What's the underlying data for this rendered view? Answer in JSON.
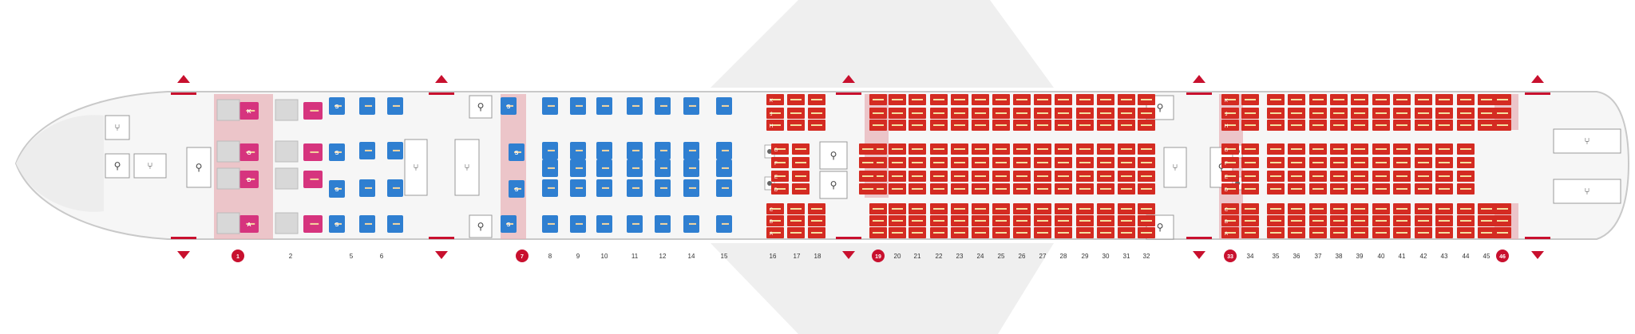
{
  "colors": {
    "brand_red": "#c8102e",
    "economy_seat": "#d42b22",
    "premium_seat": "#2f7fd1",
    "first_seat": "#d6347e",
    "fuselage": "#f4f4f4",
    "fuselage_edge": "#c9c9c9",
    "exit_zone": "#e8b0b6",
    "wing": "#ececec"
  },
  "icons": {
    "lavatory": "lavatory-icon",
    "galley": "galley-icon",
    "bassinet": "bassinet-icon",
    "exit": "exit-arrow-icon"
  },
  "first": {
    "rows": [
      {
        "seats": [
          "K",
          "",
          "A"
        ]
      }
    ],
    "center_seats": [
      "G",
      "D"
    ]
  },
  "premium_caps": [
    "S",
    "S",
    "S",
    "S",
    "S",
    "S",
    "S",
    "S"
  ],
  "economy_letters": {
    "top": [
      "K",
      "J",
      "H"
    ],
    "center": [
      "G",
      "F",
      "E",
      "D"
    ],
    "bottom": [
      "C",
      "B",
      "A"
    ]
  },
  "row_labels": [
    "1",
    "2",
    "5",
    "6",
    "7",
    "8",
    "9",
    "10",
    "11",
    "12",
    "14",
    "15",
    "16",
    "17",
    "18",
    "19",
    "20",
    "21",
    "22",
    "23",
    "24",
    "25",
    "26",
    "27",
    "28",
    "29",
    "30",
    "31",
    "32",
    "33",
    "34",
    "35",
    "36",
    "37",
    "38",
    "39",
    "40",
    "41",
    "42",
    "43",
    "44",
    "45",
    "46"
  ],
  "badged_rows": [
    "1",
    "7",
    "19",
    "33",
    "46"
  ]
}
